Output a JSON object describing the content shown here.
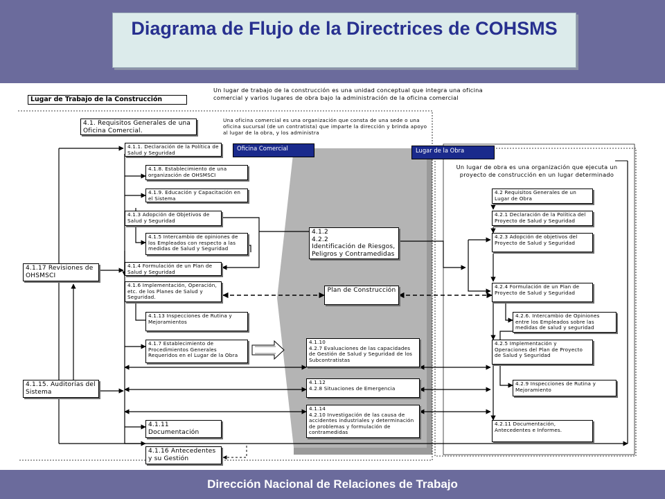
{
  "header": {
    "title": "Diagrama de Flujo de la Directrices de COHSMS"
  },
  "footer": {
    "text": "Dirección Nacional de Relaciones de Trabajo"
  },
  "diagram": {
    "section_label": "Lugar de Trabajo de la Construcción",
    "intro_text": "Un lugar de trabajo de la construcción es una unidad conceptual que integra una oficina comercial y varios lugares de obra bajo la administración de la oficina comercial",
    "office_text": "Una oficina comercial es una organización que consta de una sede o una oficina sucursal (de un contratista) que imparte la dirección y brinda apoyo al lugar de la obra, y los administra",
    "site_text": "Un lugar de obra es una organización que ejecuta un proyecto de construcción en un lugar determinado",
    "tab_office": "Oficina Comercial",
    "tab_site": "Lugar de la Obra",
    "office_nodes": {
      "n41": "4.1. Requisitos Generales de una Oficina Comercial.",
      "n411": "4.1.1. Declaración de la Política de Salud y Seguridad",
      "n418": "4.1.8. Establecimiento de una organización de OHSMSCI",
      "n419": "4.1.9. Educación y Capacitación en el Sistema",
      "n413": "4.1.3 Adopción de Objetivos de Salud y Seguridad",
      "n415": "4.1.5 Intercambio de opiniones de los Empleados con respecto a las medidas de Salud y Seguridad",
      "n414": "4.1.4 Formulación de un Plan de Salud y Seguridad",
      "n416": "4.1.6 Implementación, Operación, etc. de los Planes de Salud y Seguridad.",
      "n4113": "4.1.13 Inspecciones de Rutina y Mejoramientos",
      "n417": "4.1.7 Establecimiento de Procedimientos Generales Requeridos en el Lugar de la Obra",
      "n4111": "4.1.11 Documentación",
      "n4116": "4.1.16 Antecedentes y su Gestión",
      "n4117": "4.1.17 Revisiones de OHSMSCI",
      "n4115": "4.1.15. Auditorías del Sistema"
    },
    "shared_nodes": {
      "identificacion": "4.1.2\n4.2.2\nIdentificación de Riesgos, Peligros y Contramedidas",
      "plan": "Plan de Construcción",
      "capacidades": "4.1.10\n4.2.7 Evaluaciones de las capacidades de Gestión de Salud y Seguridad de los Subcontratistas",
      "emergencia": "4.1.12\n4.2.8 Situaciones de Emergencia",
      "accidentes": "4.1.14\n4.2.10 Investigación de las causa de accidentes industriales y determinación de problemas y formulación de contramedidas"
    },
    "site_nodes": {
      "n42": "4.2 Requisitos Generales de un Lugar de Obra",
      "n421": "4.2.1 Declaración de la Política del Proyecto de Salud y Seguridad",
      "n423": "4.2.3 Adopción de objetivos del Proyecto de Salud y Seguridad",
      "n424": "4.2.4 Formulación de un Plan de Proyecto de Salud y Seguridad",
      "n426": "4.2.6. Intercambio de Opiniones entre los Empleados sobre las medidas de salud y seguridad",
      "n425": "4.2.5 Implementación y Operaciones del Plan de Proyecto de Salud y Seguridad",
      "n429": "4.2.9 Inspecciones de Rutina y Mejoramiento",
      "n4211": "4.2.11 Documentación, Antecedentes e Informes."
    },
    "colors": {
      "band": "#6b6b9c",
      "title_text": "#27308f",
      "title_bg": "#dcebeb",
      "tab_bg": "#1a2a8c",
      "shared_zone": "#b4b4b4"
    }
  }
}
